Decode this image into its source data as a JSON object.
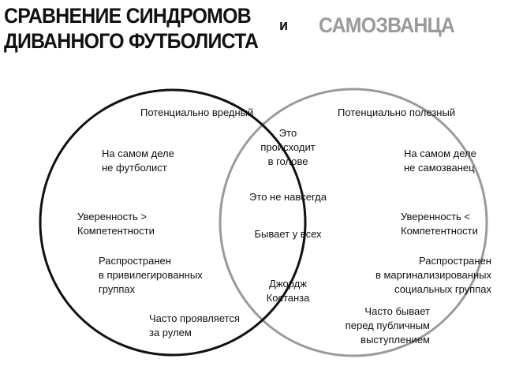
{
  "title": {
    "left_line1": "СРАВНЕНИЕ СИНДРОМОВ",
    "left_line2": "ДИВАННОГО ФУТБОЛИСТА",
    "conjunction": "и",
    "right": "САМОЗВАНЦА"
  },
  "colors": {
    "left_circle": "#111111",
    "right_circle": "#9a9a9a",
    "text": "#111111"
  },
  "left_only": {
    "harm": "Потенциально вредный",
    "not_player_1": "На самом деле",
    "not_player_2": "не футболист",
    "confidence_1": "Уверенность >",
    "confidence_2": "Компетентности",
    "privileged_1": "Распространен",
    "privileged_2": "в привилегированных",
    "privileged_3": "группах",
    "driving_1": "Часто проявляется",
    "driving_2": "за рулем"
  },
  "overlap": {
    "head_1": "Это",
    "head_2": "происходит",
    "head_3": "в голове",
    "temporary": "Это не навсегда",
    "everyone": "Бывает у всех",
    "costanza_1": "Джордж",
    "costanza_2": "Костанза"
  },
  "right_only": {
    "useful": "Потенциально полезный",
    "not_impostor_1": "На самом деле",
    "not_impostor_2": "не самозванец",
    "confidence_1": "Уверенность <",
    "confidence_2": "Компетентности",
    "marginalized_1": "Распространен",
    "marginalized_2": "в маргинализированных",
    "marginalized_3": "социальных группах",
    "speaking_1": "Часто бывает",
    "speaking_2": "перед публичным",
    "speaking_3": "выступлением"
  }
}
